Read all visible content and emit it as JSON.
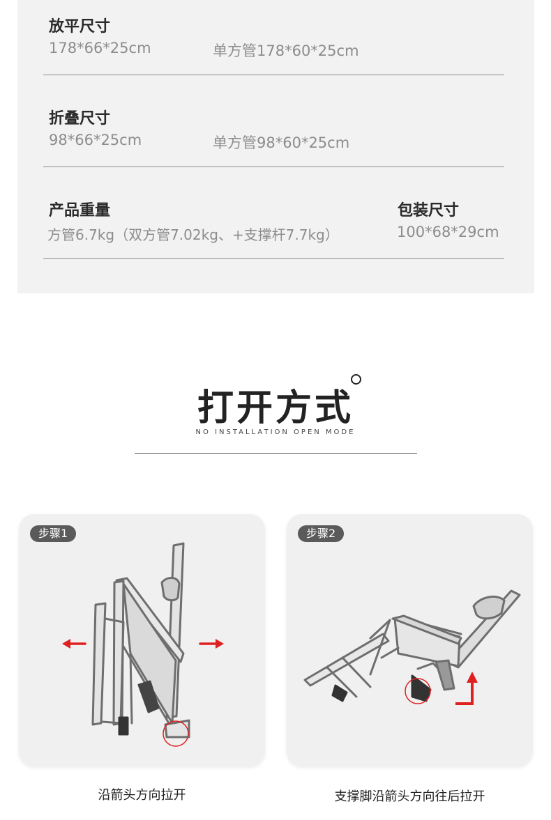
{
  "specs": {
    "flat_size": {
      "label": "放平尺寸",
      "value_left": "178*66*25cm",
      "value_right": "单方管178*60*25cm"
    },
    "folded_size": {
      "label": "折叠尺寸",
      "value_left": "98*66*25cm",
      "value_right": "单方管98*60*25cm"
    },
    "weight": {
      "label": "产品重量",
      "value": "方管6.7kg（双方管7.02kg、+支撑杆7.7kg）"
    },
    "package_size": {
      "label": "包装尺寸",
      "value": "100*68*29cm"
    }
  },
  "section": {
    "title": "打开方式",
    "subtitle": "NO INSTALLATION OPEN MODE"
  },
  "steps": [
    {
      "badge": "步骤1",
      "caption": "沿箭头方向拉开"
    },
    {
      "badge": "步骤2",
      "caption": "支撑脚沿箭头方向往后拉开"
    }
  ],
  "colors": {
    "panel_bg": "#f2f2f2",
    "accent_red": "#e02020",
    "badge_bg": "#5a5a5a"
  },
  "icons": [
    "arrow-left-icon",
    "arrow-right-icon",
    "arrow-up-icon",
    "highlight-circle-icon"
  ]
}
